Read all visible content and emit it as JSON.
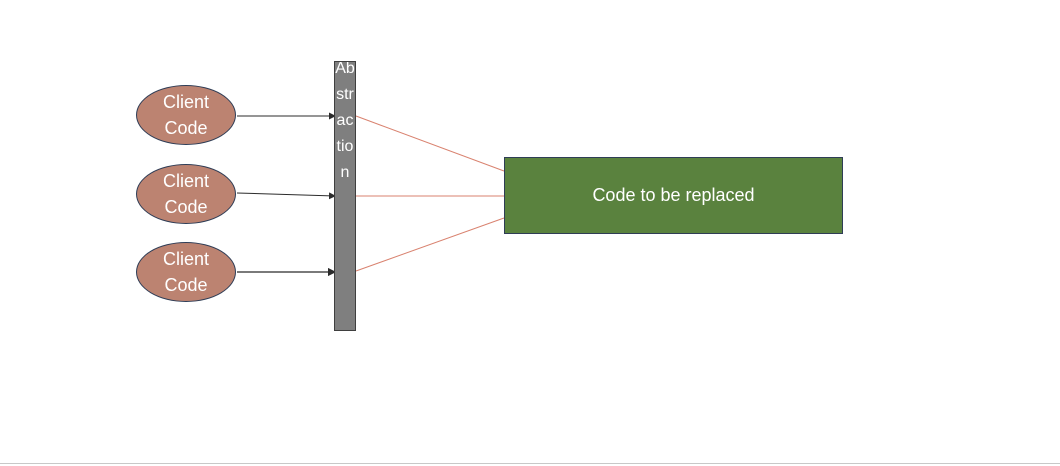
{
  "diagram": {
    "clients": [
      {
        "label": "Client\nCode"
      },
      {
        "label": "Client\nCode"
      },
      {
        "label": "Client\nCode"
      }
    ],
    "abstraction_label": "Abstraction",
    "target_label": "Code to be replaced"
  },
  "colors": {
    "client_fill": "#bc8371",
    "abstraction_fill": "#7f7f7f",
    "target_fill": "#5a823e",
    "client_arrow": "#2b2b2b",
    "target_link": "#d9826f"
  }
}
